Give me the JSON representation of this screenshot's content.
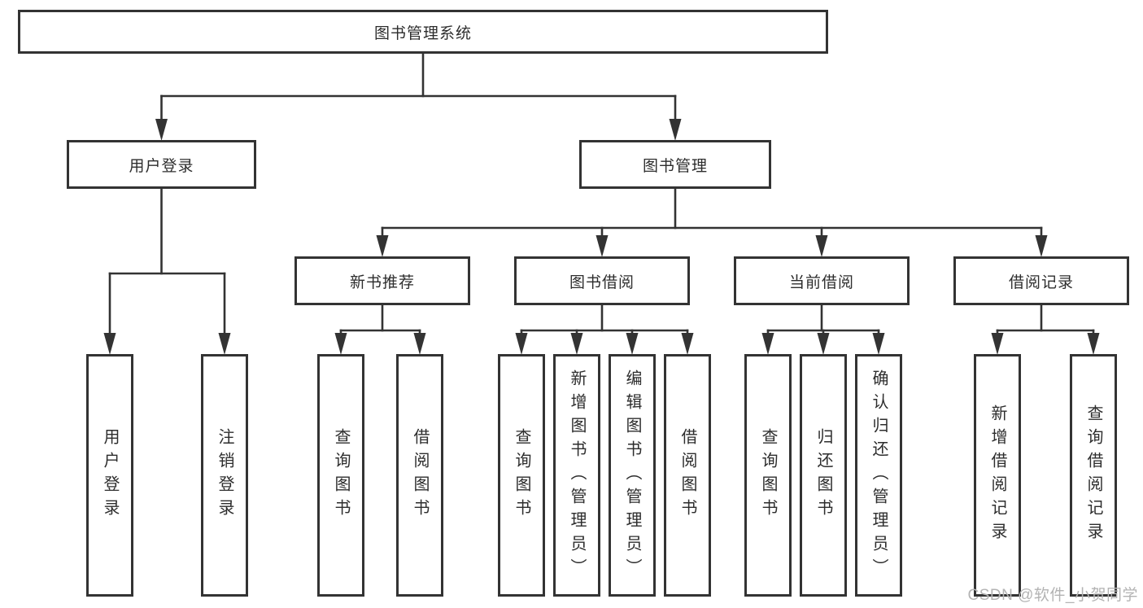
{
  "diagram_title": "图书管理系统",
  "nodes": {
    "root": {
      "label": "图书管理系统"
    },
    "user_login": {
      "label": "用户登录"
    },
    "book_mgmt": {
      "label": "图书管理"
    },
    "new_book_rec": {
      "label": "新书推荐"
    },
    "book_borrow": {
      "label": "图书借阅"
    },
    "current_borrow": {
      "label": "当前借阅"
    },
    "borrow_records": {
      "label": "借阅记录"
    },
    "leaf_user_login": {
      "label": "用户登录"
    },
    "leaf_logout": {
      "label": "注销登录"
    },
    "leaf_query_book_1": {
      "label": "查询图书"
    },
    "leaf_borrow_book_1": {
      "label": "借阅图书"
    },
    "leaf_query_book_2": {
      "label": "查询图书"
    },
    "leaf_add_book": {
      "label": "新增图书（管理员）"
    },
    "leaf_edit_book": {
      "label": "编辑图书（管理员）"
    },
    "leaf_borrow_book_2": {
      "label": "借阅图书"
    },
    "leaf_query_book_3": {
      "label": "查询图书"
    },
    "leaf_return_book": {
      "label": "归还图书"
    },
    "leaf_confirm_return": {
      "label": "确认归还（管理员）"
    },
    "leaf_add_borrow_record": {
      "label": "新增借阅记录"
    },
    "leaf_query_borrow_record": {
      "label": "查询借阅记录"
    }
  },
  "hierarchy": {
    "label": "图书管理系统",
    "children": [
      {
        "label": "用户登录",
        "children": [
          {
            "label": "用户登录"
          },
          {
            "label": "注销登录"
          }
        ]
      },
      {
        "label": "图书管理",
        "children": [
          {
            "label": "新书推荐",
            "children": [
              {
                "label": "查询图书"
              },
              {
                "label": "借阅图书"
              }
            ]
          },
          {
            "label": "图书借阅",
            "children": [
              {
                "label": "查询图书"
              },
              {
                "label": "新增图书（管理员）"
              },
              {
                "label": "编辑图书（管理员）"
              },
              {
                "label": "借阅图书"
              }
            ]
          },
          {
            "label": "当前借阅",
            "children": [
              {
                "label": "查询图书"
              },
              {
                "label": "归还图书"
              },
              {
                "label": "确认归还（管理员）"
              }
            ]
          },
          {
            "label": "借阅记录",
            "children": [
              {
                "label": "新增借阅记录"
              },
              {
                "label": "查询借阅记录"
              }
            ]
          }
        ]
      }
    ]
  },
  "watermark": {
    "text": "CSDN @软件_小贺同学"
  },
  "colors": {
    "line": "#333333",
    "box_border": "#333333",
    "text": "#2d2d2d",
    "background": "#ffffff",
    "watermark": "#b3b3b3"
  }
}
